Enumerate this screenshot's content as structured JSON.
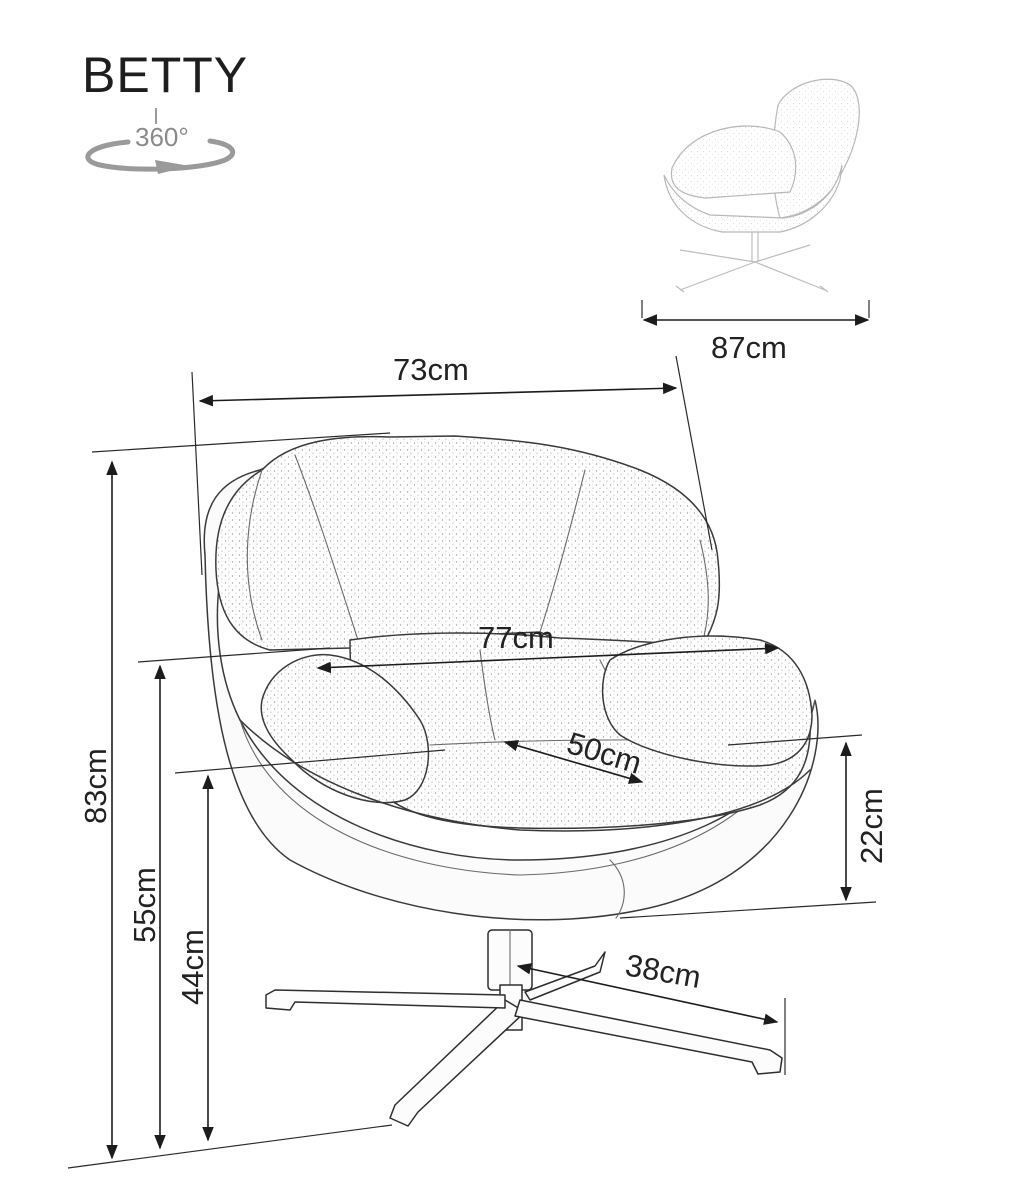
{
  "product": {
    "name": "BETTY"
  },
  "rotation_icon": {
    "label": "360°",
    "icon": "swivel-360-icon"
  },
  "dimensions": {
    "depth": "87cm",
    "width": "73cm",
    "arm_width": "77cm",
    "seat_depth": "50cm",
    "armrest_height": "22cm",
    "base_radius": "38cm",
    "total_height": "83cm",
    "armrest_floor_height": "55cm",
    "seat_height": "44cm"
  },
  "colors": {
    "line": "#1c1c1c",
    "sketch": "#3a3a3a",
    "ghost": "#bdbdbd"
  }
}
